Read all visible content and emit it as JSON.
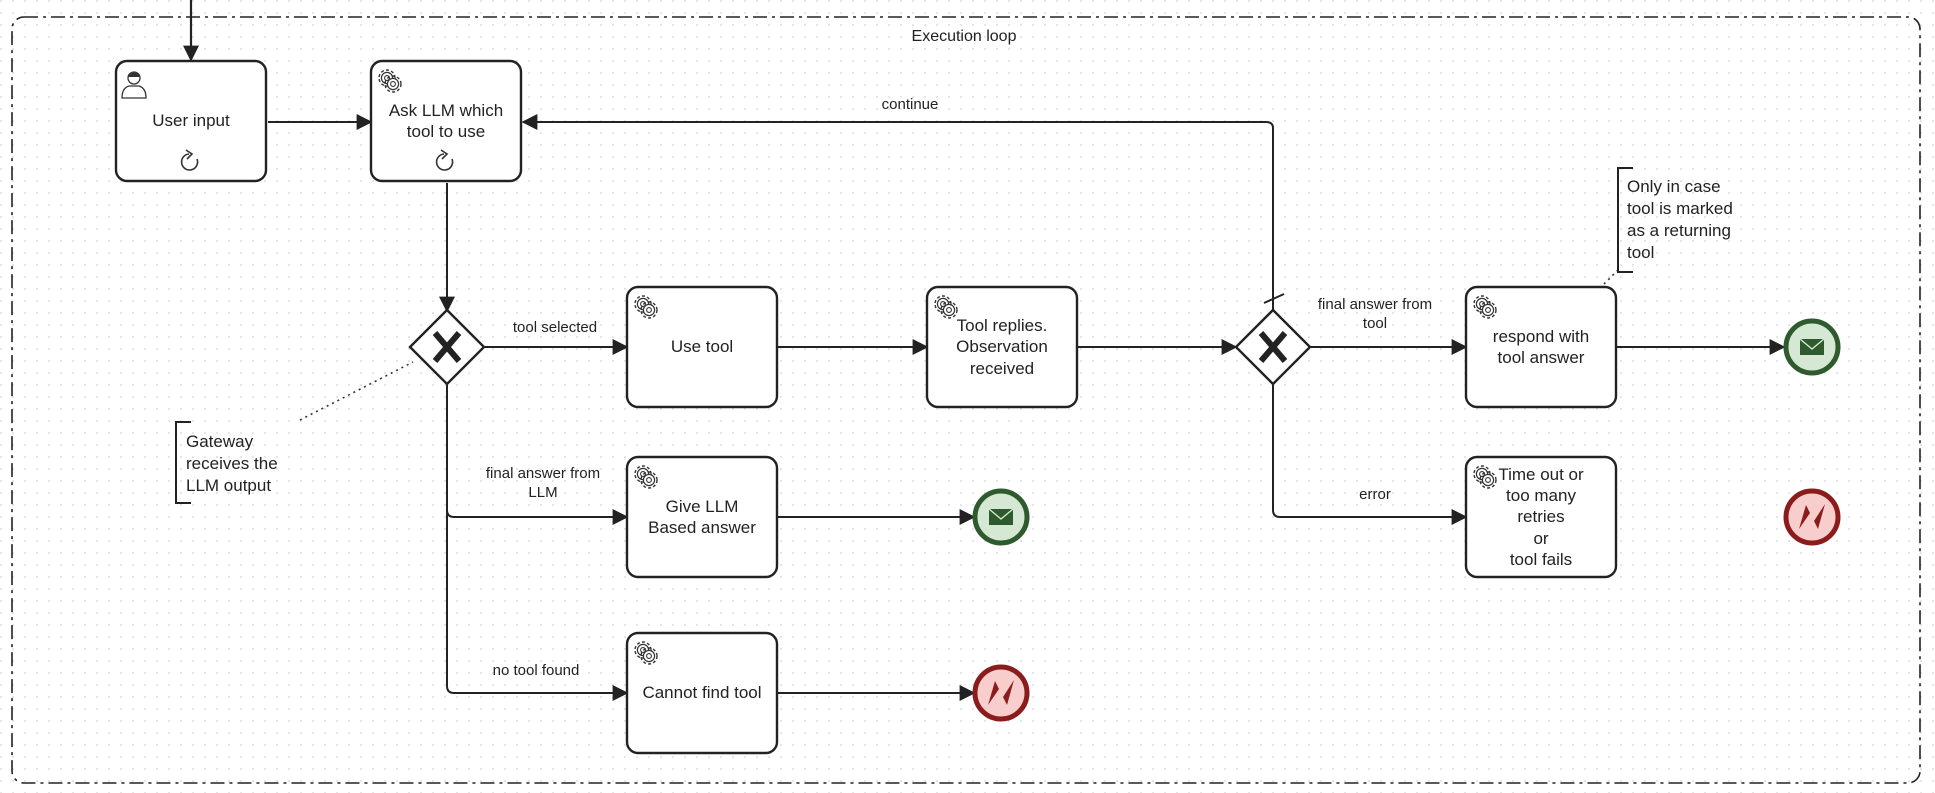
{
  "pool": {
    "title": "Execution  loop"
  },
  "tasks": {
    "user_input": "User input",
    "ask_llm": "Ask LLM which\ntool to use",
    "use_tool": "Use tool",
    "tool_replies": "Tool replies.\nObservation\nreceived",
    "respond_tool": "respond with\ntool answer",
    "give_llm": "Give LLM\nBased answer",
    "cannot_find": "Cannot find tool",
    "timeout": "Time out or\ntoo many\nretries\nor\ntool fails"
  },
  "flows": {
    "continue": "continue",
    "tool_selected": "tool selected",
    "final_answer_tool": "final answer from\ntool",
    "final_answer_llm": "final answer from\nLLM",
    "no_tool_found": "no tool found",
    "error": "error"
  },
  "annotations": {
    "gateway_note": "Gateway\nreceives the\nLLM output",
    "returning_note": "Only in case\ntool is marked\nas a returning\ntool"
  },
  "colors": {
    "stroke": "#222222",
    "message_end_fill": "#d5e8d4",
    "message_end_stroke": "#2f5a2d",
    "error_end_fill": "#f8cecc",
    "error_end_stroke": "#8b1c1c",
    "grid_dot": "#cfd4dc"
  }
}
